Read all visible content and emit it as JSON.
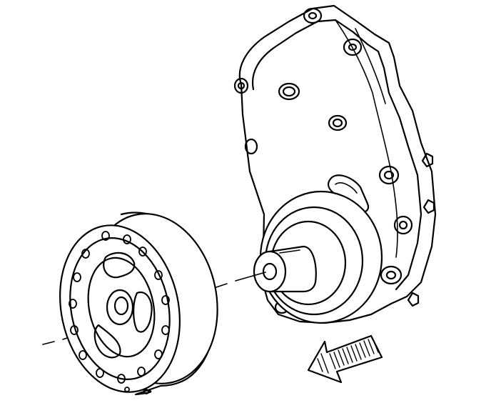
{
  "colors": {
    "ink": "#000000",
    "paper": "#ffffff"
  },
  "parts": [
    {
      "id": "harmonic-balancer",
      "icon": "pulley-icon"
    },
    {
      "id": "front-cover",
      "icon": "engine-cover-icon"
    },
    {
      "id": "crankshaft-snout",
      "icon": "shaft-icon"
    },
    {
      "id": "install-direction-arrow",
      "icon": "arrow-icon"
    }
  ]
}
